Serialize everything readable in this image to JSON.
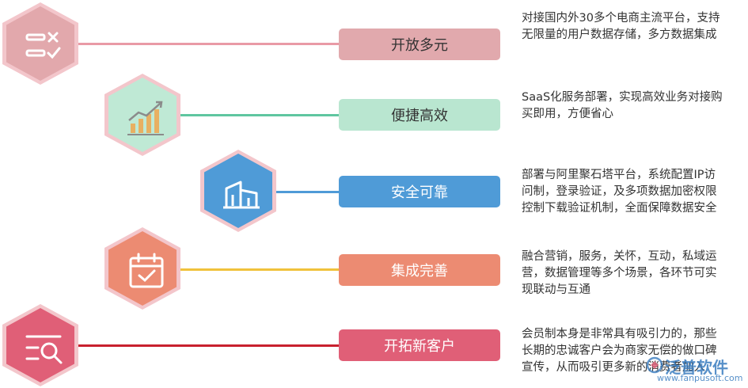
{
  "items": [
    {
      "title": "开放多元",
      "description": "对接国内外30多个电商主流平台，支持\n无限量的用户数据存储，多方数据集成",
      "icon": "checklist-icon",
      "color": "#e1a9ad",
      "line_color": "#e99aa6",
      "hex_color": "#e2a8ac"
    },
    {
      "title": "便捷高效",
      "description": "SaaS化服务部署，实现高效业务对接购\n买即用，方便省心",
      "icon": "bar-chart-trend-icon",
      "color": "#b9e6d0",
      "line_color": "#5fc6a0",
      "hex_color": "#bfe9d5"
    },
    {
      "title": "安全可靠",
      "description": "部署与阿里聚石塔平台，系统配置IP访\n问制，登录验证，及多项数据加密权限\n控制下载验证机制，全面保障数据安全",
      "icon": "building-icon",
      "color": "#4f9bd7",
      "line_color": "#4f9bd7",
      "hex_color": "#4f9bd7"
    },
    {
      "title": "集成完善",
      "description": "融合营销，服务，关怀，互动，私域运\n营，数据管理等多个场景，各环节可实\n现联动与互通",
      "icon": "calendar-check-icon",
      "color": "#ec8b72",
      "line_color": "#f0c23c",
      "hex_color": "#ec8b72"
    },
    {
      "title": "开拓新客户",
      "description": "会员制本身是非常具有吸引力的，那些\n长期的忠诚客户会为商家无偿的做口碑\n宣传，从而吸引更多新的消费者加入",
      "icon": "search-list-icon",
      "color": "#e05f77",
      "line_color": "#c8202e",
      "hex_color": "#e05f77"
    }
  ],
  "watermark": {
    "title": "泛普软件",
    "url": "www.fanpusoft.com"
  }
}
